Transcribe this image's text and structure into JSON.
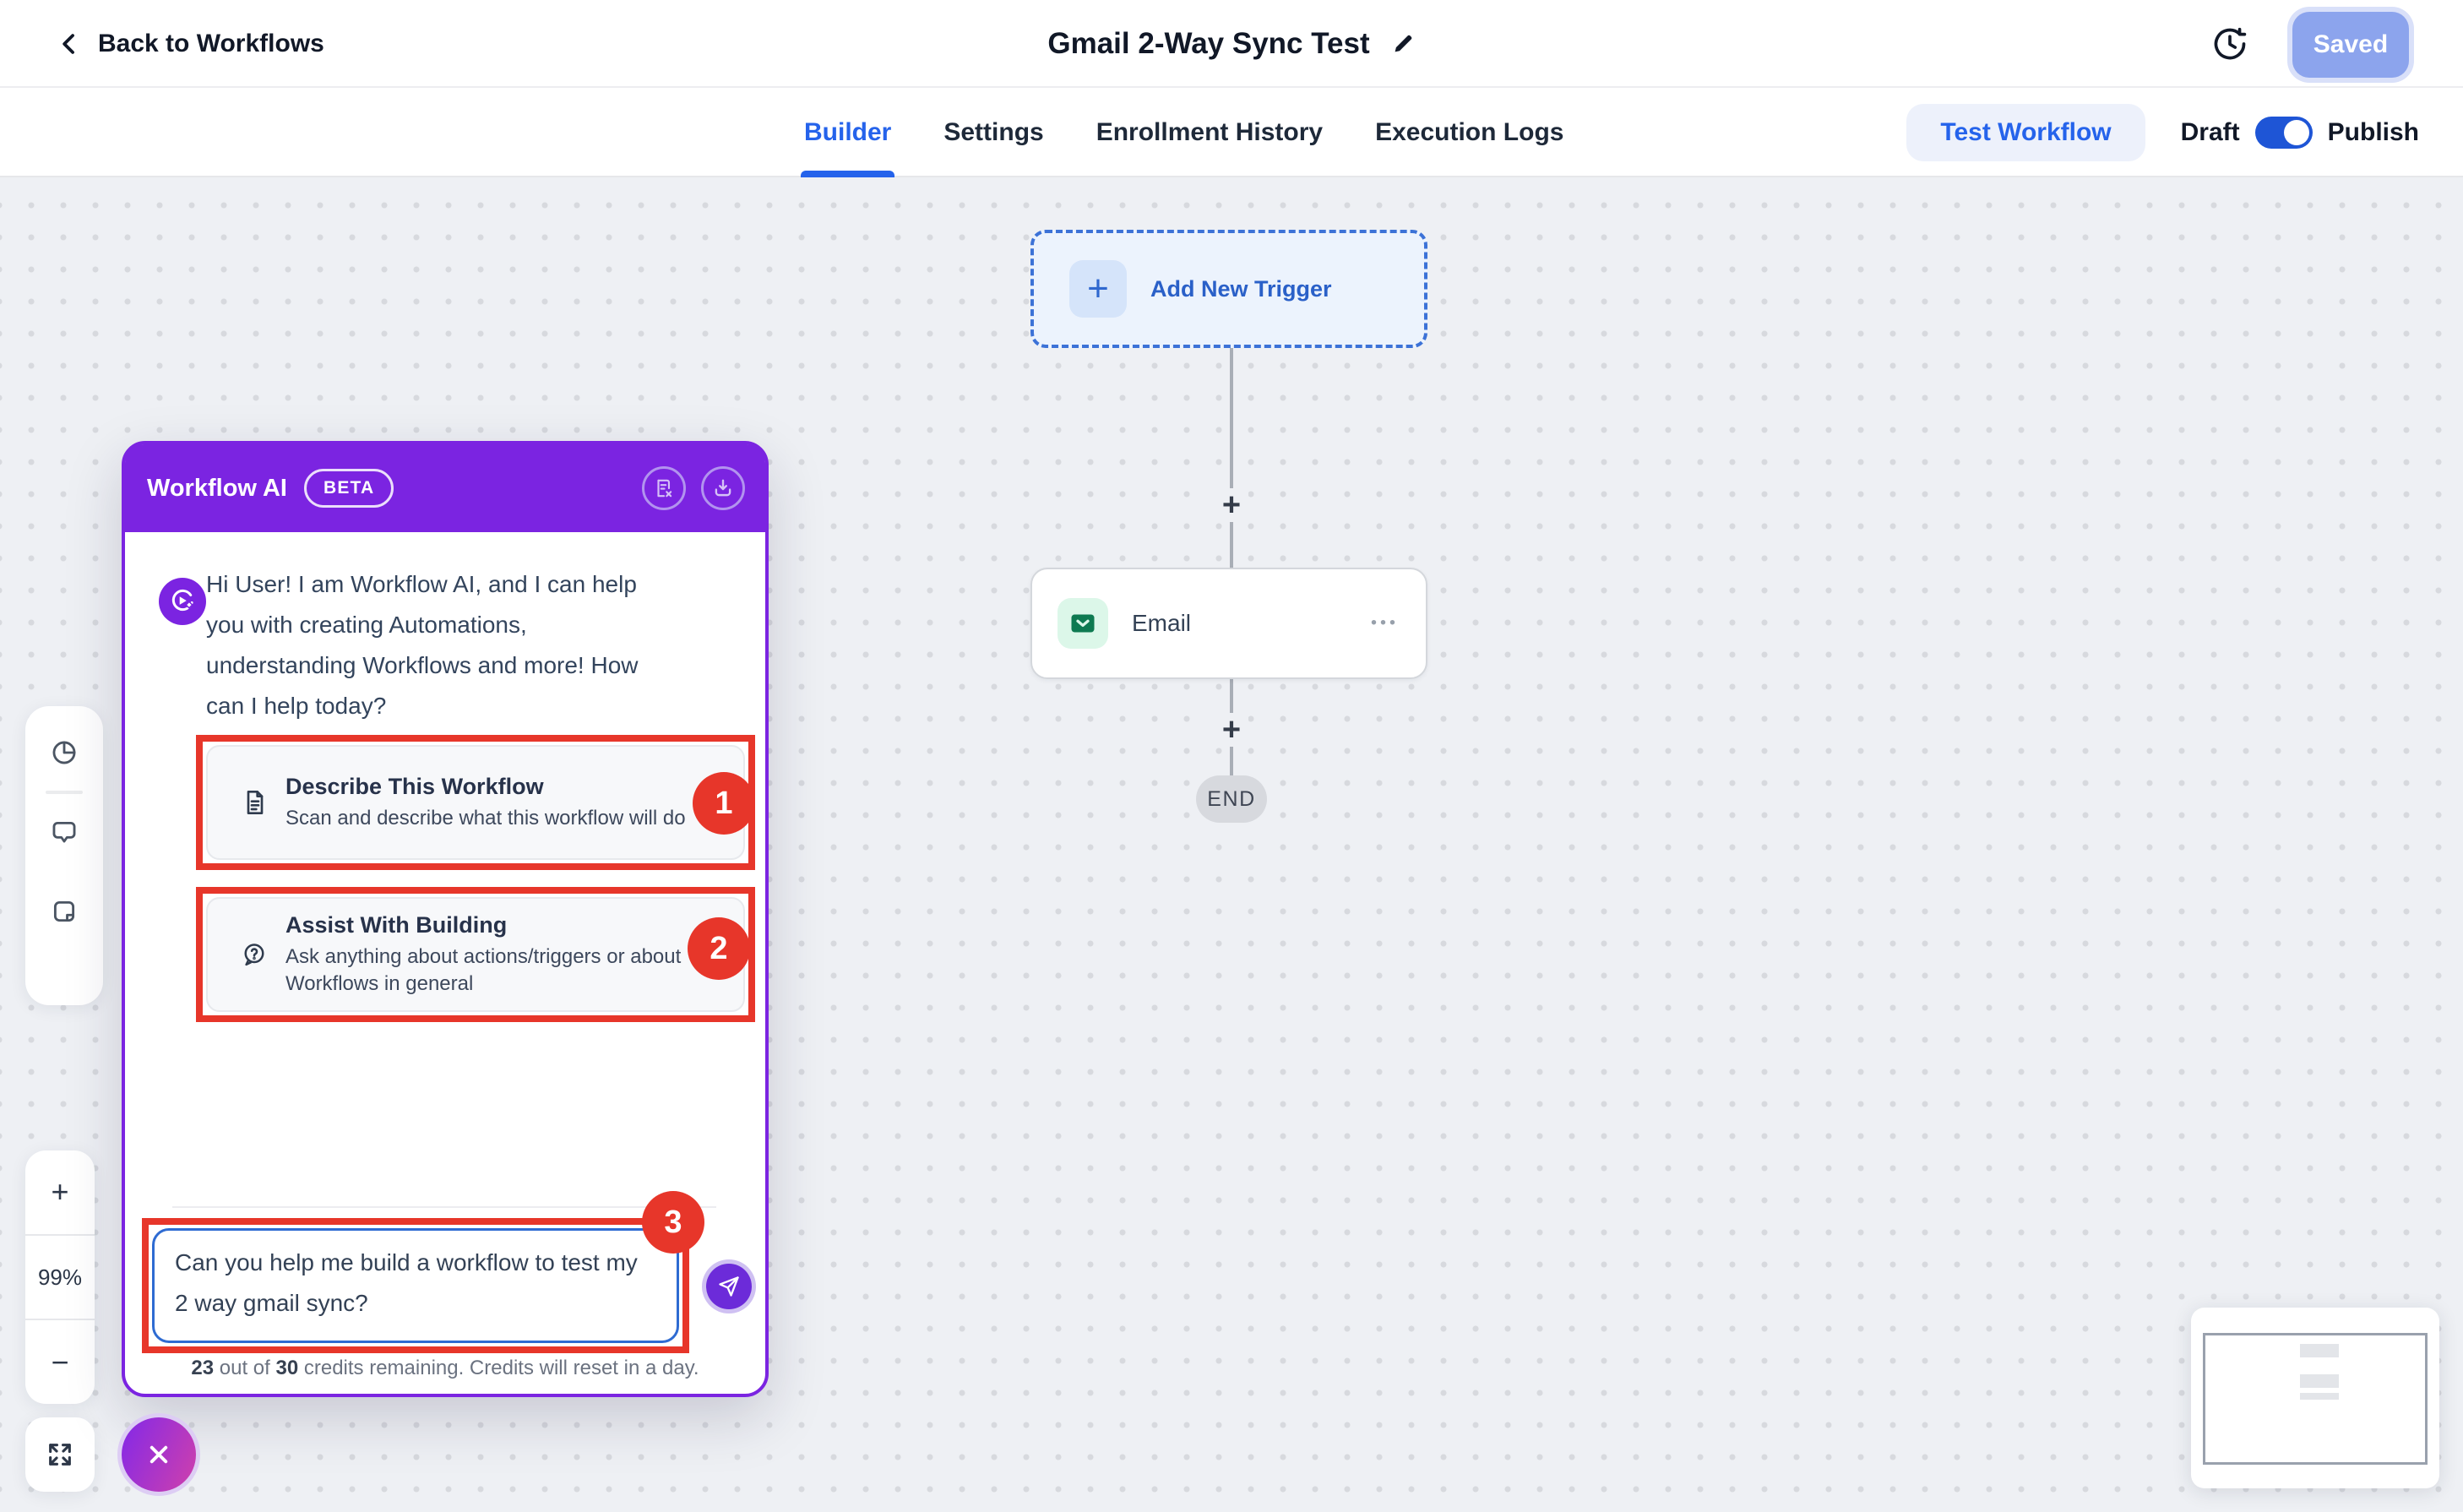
{
  "header": {
    "back_label": "Back to Workflows",
    "title": "Gmail 2-Way Sync Test",
    "saved_label": "Saved"
  },
  "tabs": {
    "items": [
      {
        "label": "Builder",
        "active": true
      },
      {
        "label": "Settings",
        "active": false
      },
      {
        "label": "Enrollment History",
        "active": false
      },
      {
        "label": "Execution Logs",
        "active": false
      }
    ],
    "test_workflow_label": "Test Workflow",
    "draft_label": "Draft",
    "publish_label": "Publish"
  },
  "canvas": {
    "add_new_trigger_label": "Add New Trigger",
    "email_node_label": "Email",
    "end_label": "END",
    "plus": "+",
    "ellipsis": "•••"
  },
  "zoom_controls": {
    "zoom_in": "+",
    "level": "99%",
    "zoom_out": "−"
  },
  "assistant": {
    "title": "Workflow AI",
    "beta_label": "BETA",
    "greeting": "Hi User! I am Workflow AI, and I can help you with creating Automations, understanding Workflows and more! How can I help today?",
    "options": [
      {
        "number": "1",
        "title": "Describe This Workflow",
        "description": "Scan and describe what this workflow will do"
      },
      {
        "number": "2",
        "title": "Assist With Building",
        "description": "Ask anything about actions/triggers or about Workflows in general"
      }
    ],
    "input_number": "3",
    "input_value": "Can you help me build a workflow to test my 2 way gmail sync?",
    "credits": {
      "remaining": "23",
      "out_of": " out of ",
      "total": "30",
      "rest": " credits remaining. Credits will reset in a day."
    }
  },
  "colors": {
    "accent_blue": "#2563eb",
    "brand_purple": "#7b24e1",
    "annotation_red": "#e7362a",
    "email_green": "#0e7a51"
  }
}
